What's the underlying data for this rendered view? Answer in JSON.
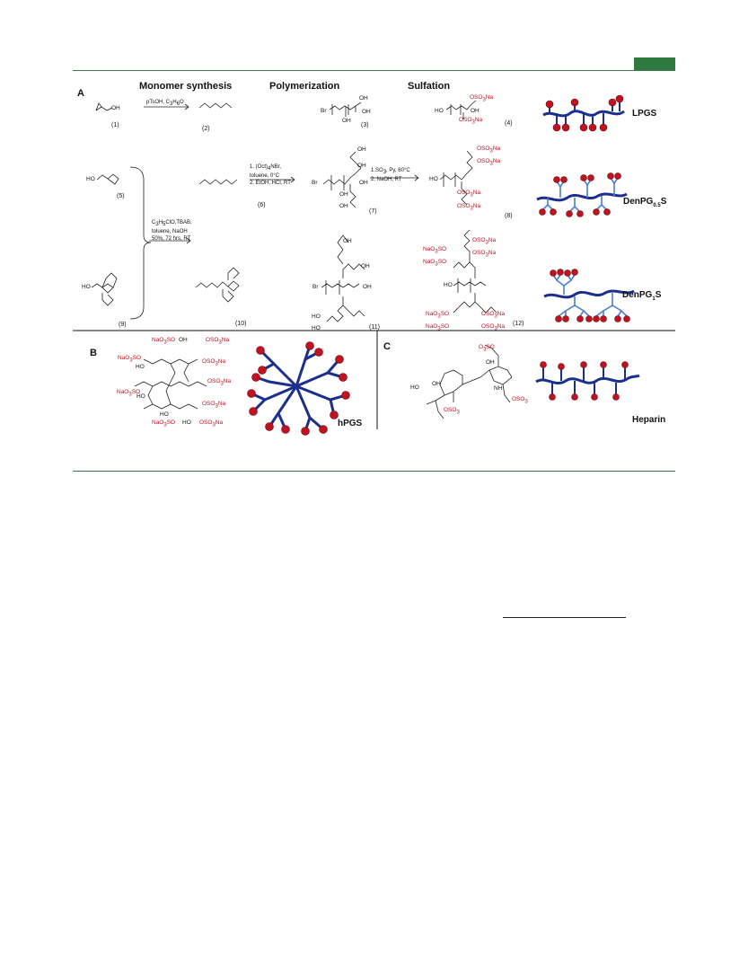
{
  "colors": {
    "accent_green": "#2f7a3f",
    "rule_green": "#3c7a4a",
    "dark_blue": "#1c2f8c",
    "light_blue": "#4a7fd0",
    "red": "#c0121f"
  },
  "headers": {
    "monomer": "Monomer synthesis",
    "polymerization": "Polymerization",
    "sulfation": "Sulfation"
  },
  "panels": {
    "a": "A",
    "b": "B",
    "c": "C"
  },
  "compound_numbers": [
    "(1)",
    "(2)",
    "(3)",
    "(4)",
    "(5)",
    "(6)",
    "(7)",
    "(8)",
    "(9)",
    "(10)",
    "(11)",
    "(12)"
  ],
  "reactions": {
    "r1": "pTsOH, C3H6O",
    "r6_1": "1. (Oct)4NBr,",
    "r6_2": "toluene, 0°C",
    "r6_3": "2. EtOH, HCl, RT",
    "r7_1": "1.SO3, Py, 60°C",
    "r7_2": "2. NaOH, RT",
    "r9_1": "C3H5ClO,TBAB,",
    "r9_2": "toluene, NaOH",
    "r9_3": "50%, 72 hrs, RT"
  },
  "names": {
    "lpgs": "LPGS",
    "denpg05": "DenPG0.5S",
    "denpg1": "DenPG1S",
    "hpgs": "hPGS",
    "heparin": "Heparin"
  },
  "chem": {
    "oh": "OH",
    "ho": "HO",
    "br": "Br",
    "o": "O",
    "n": "n",
    "oso3na": "OSO3Na",
    "naso": "NaO3SO",
    "oso3": "OSO3",
    "o3so": "O3SO",
    "nh": "NH"
  }
}
